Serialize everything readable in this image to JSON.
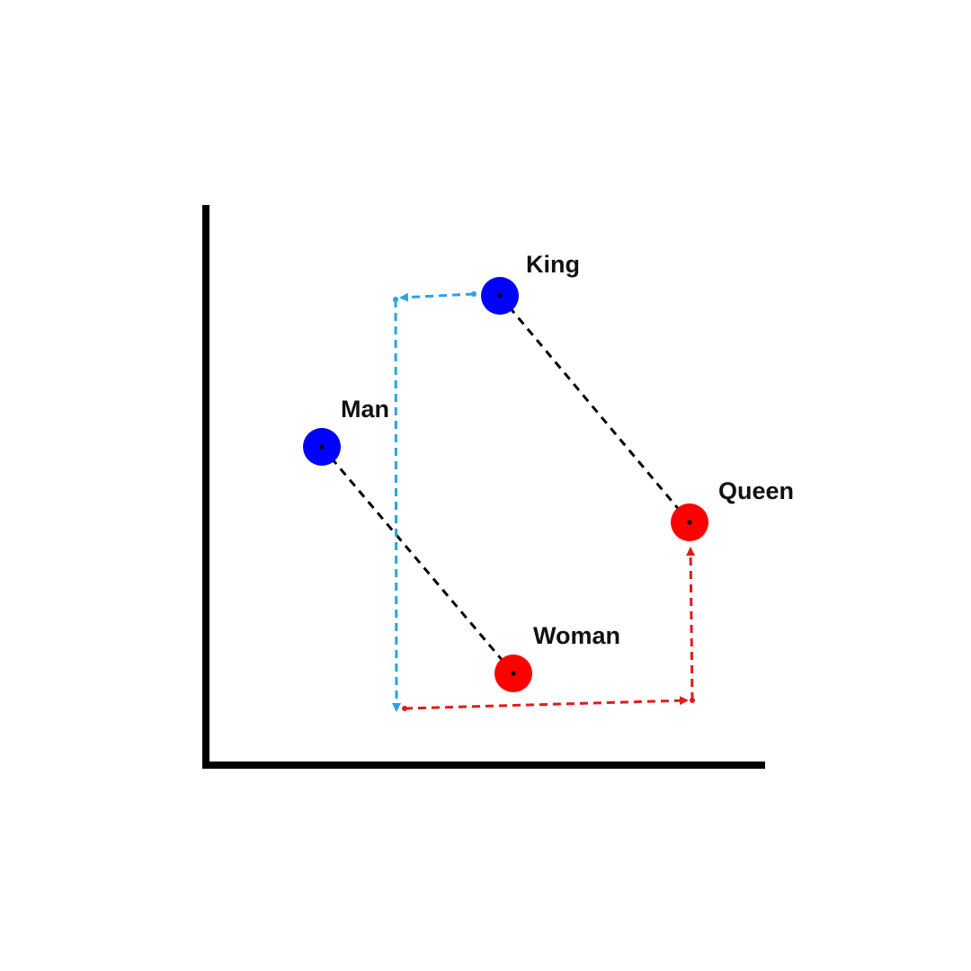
{
  "diagram": {
    "points": [
      {
        "id": "king",
        "label": "King",
        "color": "#0000ff"
      },
      {
        "id": "man",
        "label": "Man",
        "color": "#0000ff"
      },
      {
        "id": "queen",
        "label": "Queen",
        "color": "#ff0000"
      },
      {
        "id": "woman",
        "label": "Woman",
        "color": "#ff0000"
      }
    ],
    "colors": {
      "axes": "#000000",
      "pair_connector": "#000000",
      "blue_path_arrow": "#29a3e8",
      "red_path_arrow": "#e01b1b"
    }
  }
}
